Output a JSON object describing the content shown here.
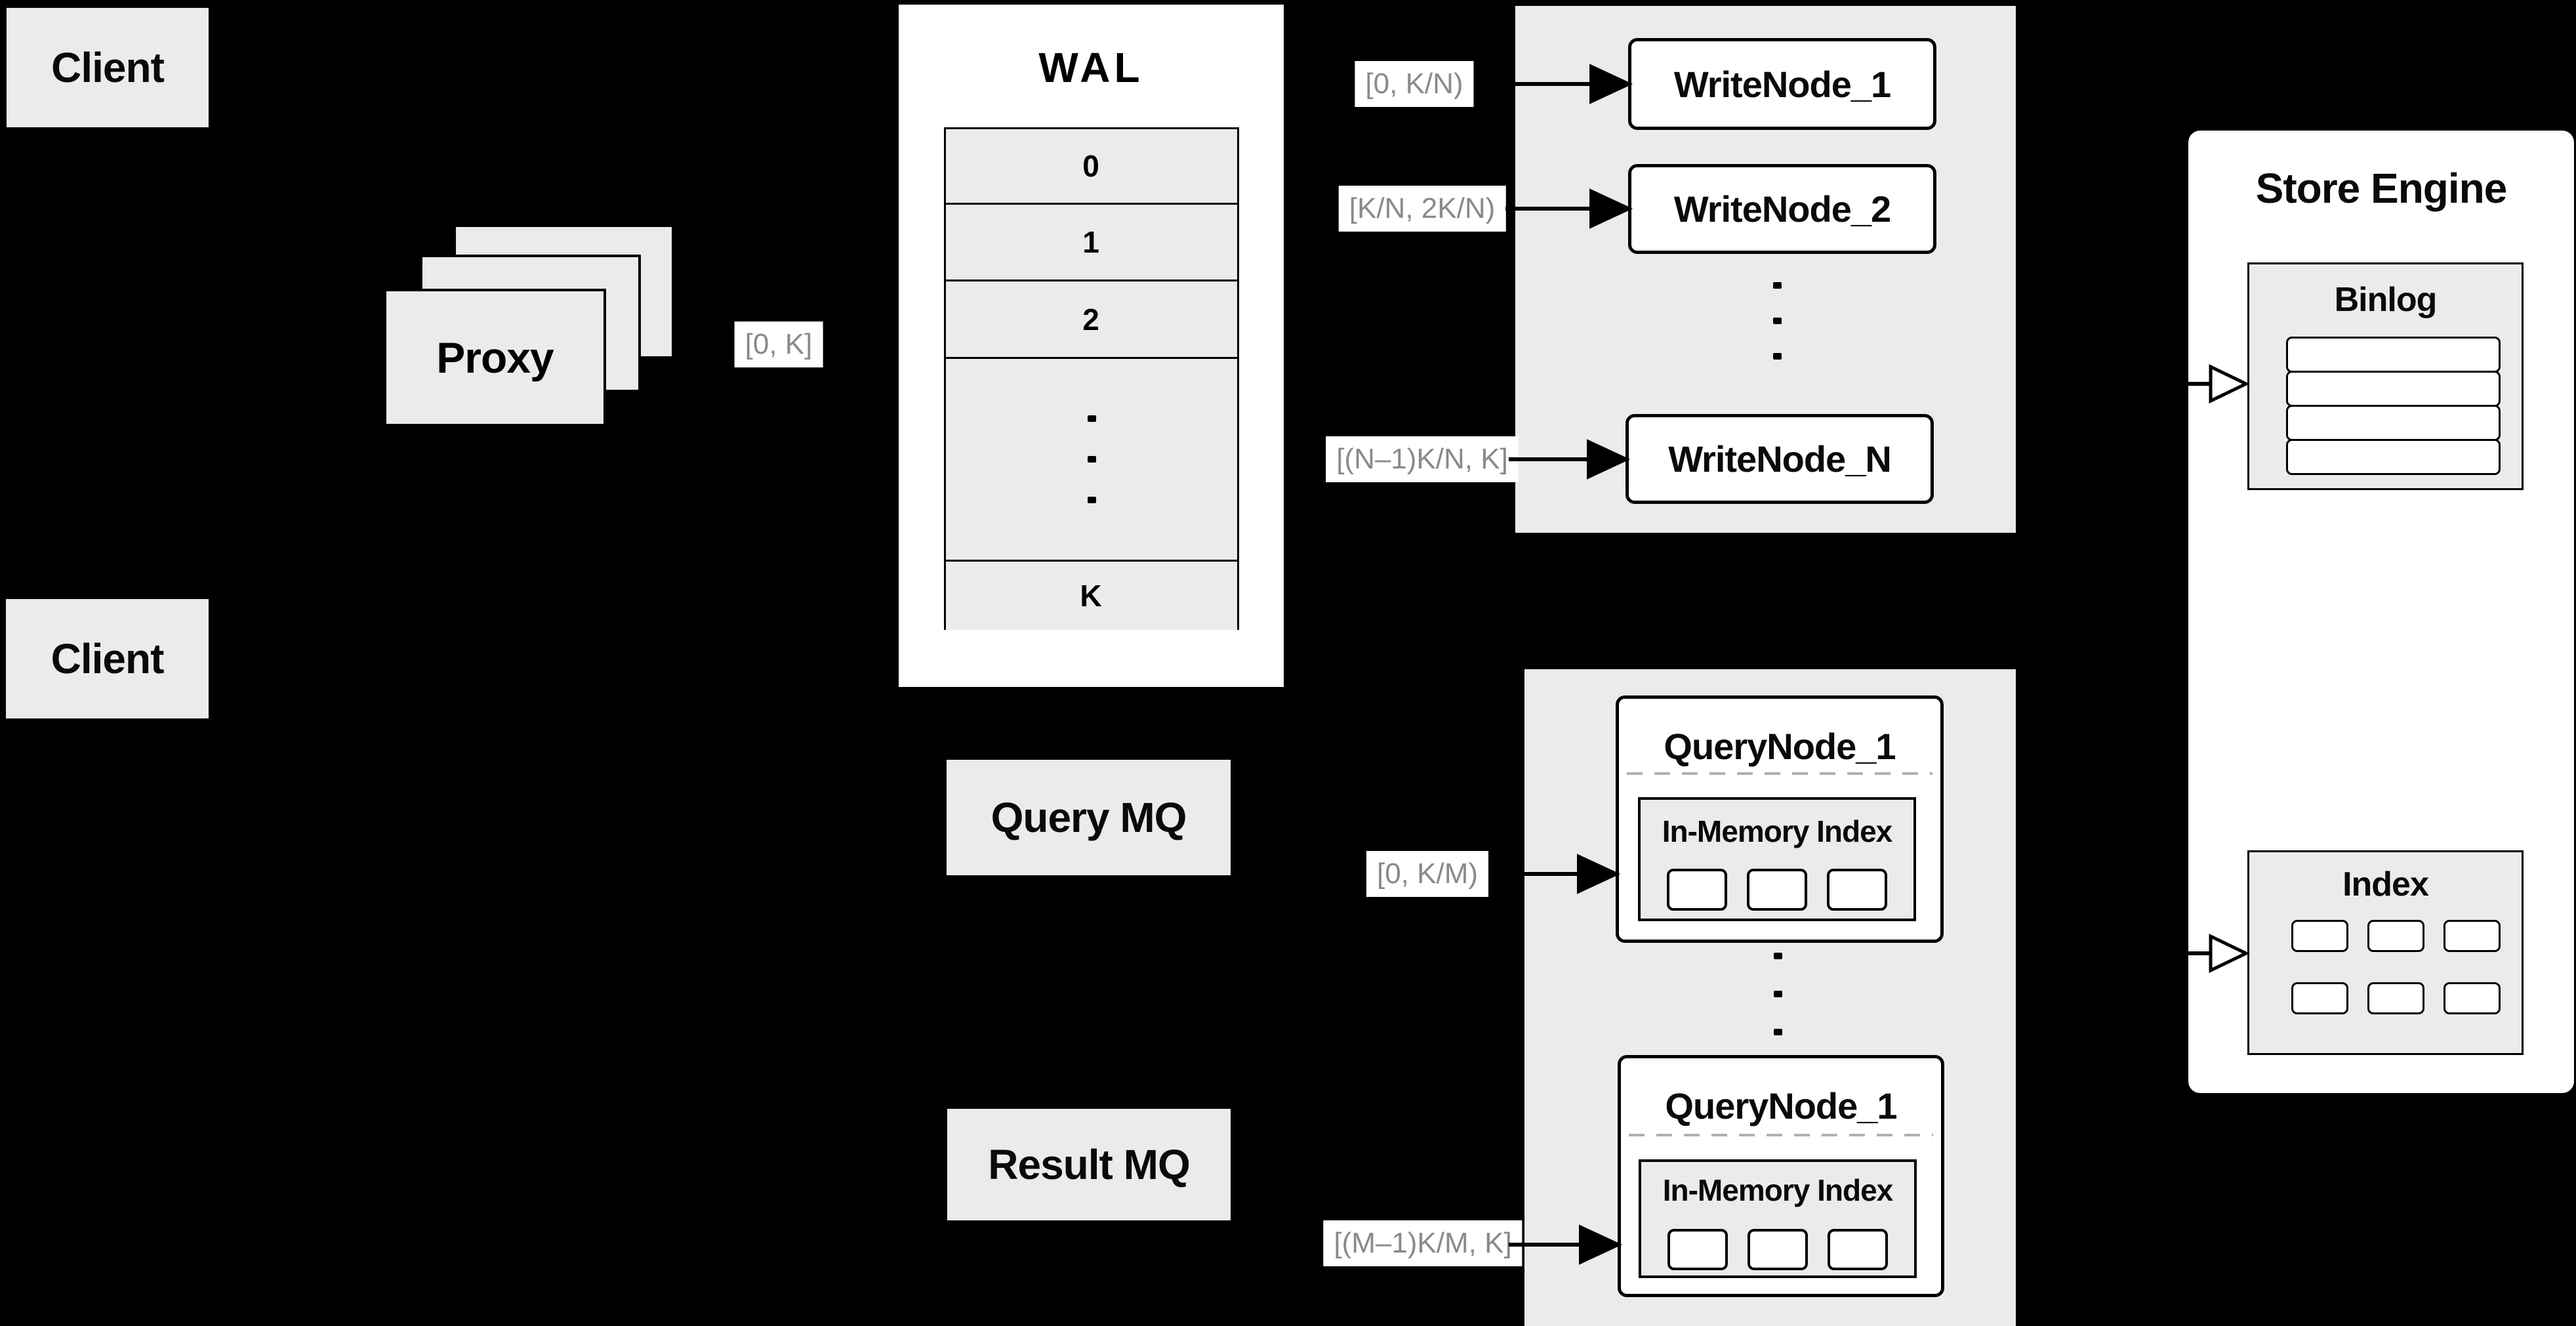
{
  "colors": {
    "background": "#000000",
    "panel_gray": "#ebebeb",
    "box_white": "#ffffff",
    "line_black": "#000000",
    "range_text_gray": "#8a8a8a",
    "dash_gray": "#b0b0b0"
  },
  "client_top": {
    "label": "Client"
  },
  "client_bottom": {
    "label": "Client"
  },
  "proxy": {
    "label": "Proxy",
    "range_out": "[0, K]"
  },
  "wal": {
    "title": "WAL",
    "row_0": "0",
    "row_1": "1",
    "row_2": "2",
    "row_k": "K"
  },
  "write_panel": {
    "node_1": {
      "range": "[0, K/N)",
      "label": "WriteNode_1"
    },
    "node_2": {
      "range": "[K/N, 2K/N)",
      "label": "WriteNode_2"
    },
    "node_n": {
      "range": "[(N–1)K/N, K]",
      "label": "WriteNode_N"
    }
  },
  "mq": {
    "query": "Query MQ",
    "result": "Result MQ"
  },
  "query_panel": {
    "node_top": {
      "range": "[0, K/M)",
      "title": "QueryNode_1",
      "index_title": "In-Memory Index"
    },
    "node_bottom": {
      "range": "[(M–1)K/M, K]",
      "title": "QueryNode_1",
      "index_title": "In-Memory Index"
    }
  },
  "store_engine": {
    "title": "Store Engine",
    "binlog": {
      "title": "Binlog"
    },
    "index": {
      "title": "Index"
    }
  }
}
